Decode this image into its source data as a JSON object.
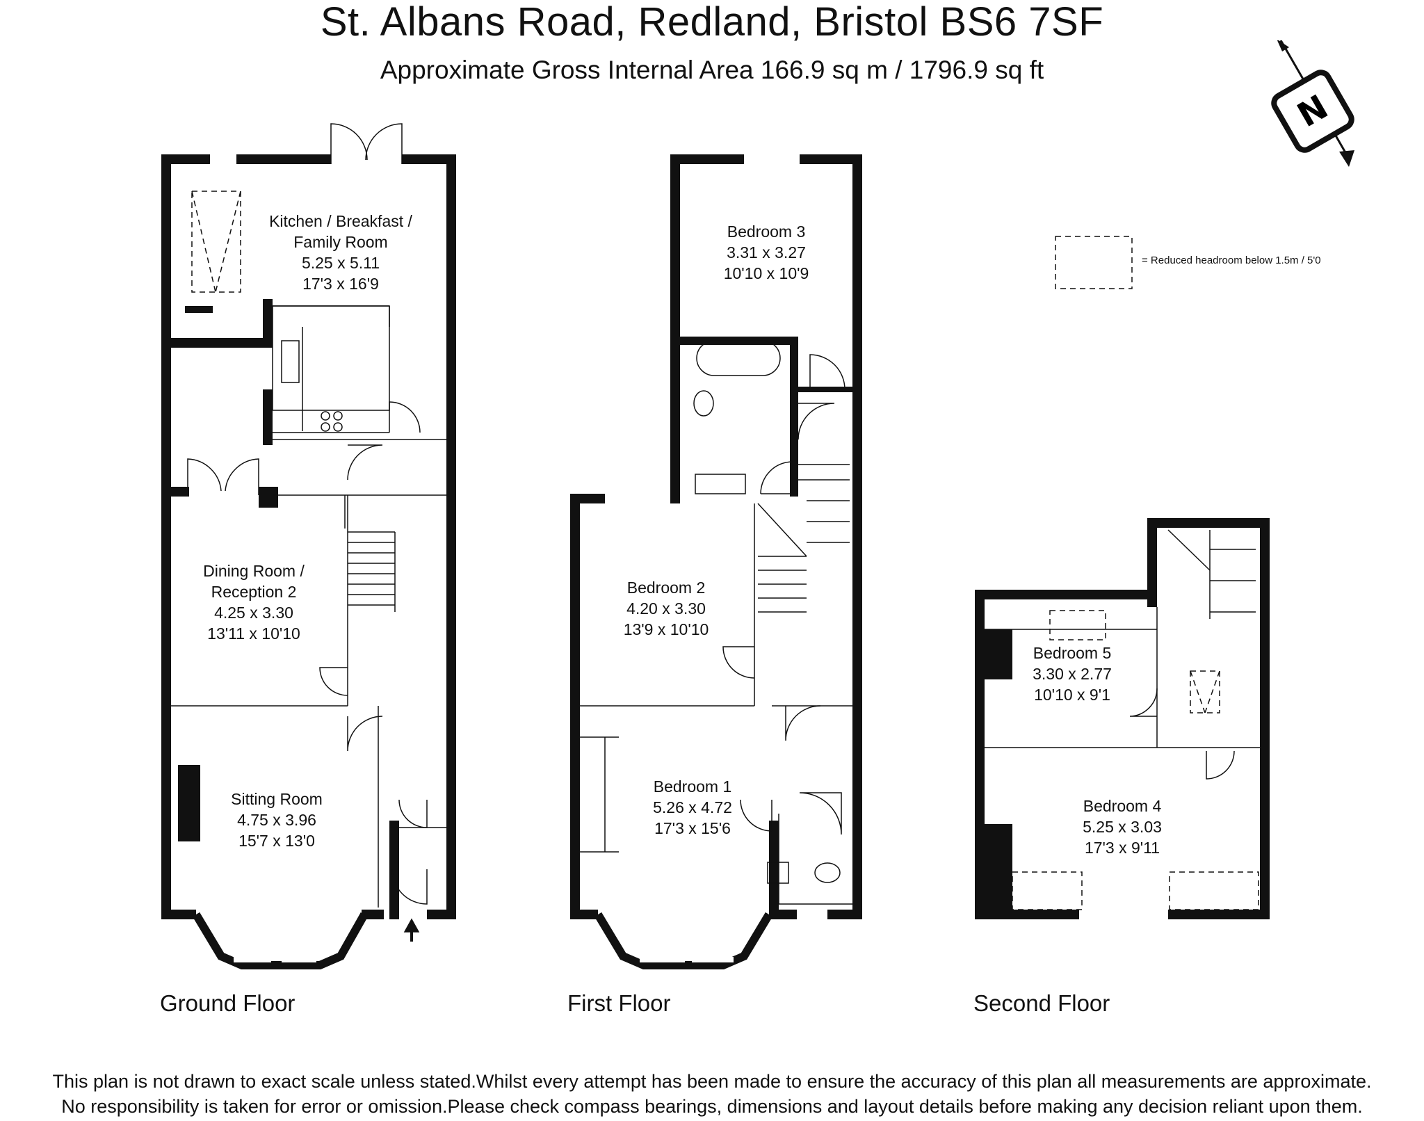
{
  "title": "St. Albans Road, Redland, Bristol BS6 7SF",
  "subtitle": "Approximate Gross Internal Area 166.9 sq m / 1796.9 sq ft",
  "compass": {
    "label": "N"
  },
  "legend": {
    "text": "=  Reduced headroom below 1.5m / 5'0"
  },
  "floors": [
    {
      "label": "Ground Floor"
    },
    {
      "label": "First Floor"
    },
    {
      "label": "Second Floor"
    }
  ],
  "rooms": {
    "kitchen": {
      "name1": "Kitchen / Breakfast /",
      "name2": "Family Room",
      "metric": "5.25 x 5.11",
      "imperial": "17'3 x 16'9"
    },
    "dining": {
      "name1": "Dining Room /",
      "name2": "Reception 2",
      "metric": "4.25 x 3.30",
      "imperial": "13'11 x 10'10"
    },
    "sitting": {
      "name": "Sitting Room",
      "metric": "4.75 x 3.96",
      "imperial": "15'7 x 13'0"
    },
    "bedroom3": {
      "name": "Bedroom 3",
      "metric": "3.31 x 3.27",
      "imperial": "10'10 x 10'9"
    },
    "bedroom2": {
      "name": "Bedroom 2",
      "metric": "4.20 x 3.30",
      "imperial": "13'9 x 10'10"
    },
    "bedroom1": {
      "name": "Bedroom 1",
      "metric": "5.26 x 4.72",
      "imperial": "17'3 x 15'6"
    },
    "bedroom5": {
      "name": "Bedroom 5",
      "metric": "3.30 x 2.77",
      "imperial": "10'10 x 9'1"
    },
    "bedroom4": {
      "name": "Bedroom 4",
      "metric": "5.25 x 3.03",
      "imperial": "17'3 x 9'11"
    }
  },
  "disclaimer": {
    "line1": "This plan is not drawn to exact scale unless stated.Whilst every attempt has been made to ensure the accuracy of this plan all measurements are approximate.",
    "line2": "No responsibility is taken for error or omission.Please check compass bearings, dimensions and layout details before making any decision reliant upon them."
  }
}
